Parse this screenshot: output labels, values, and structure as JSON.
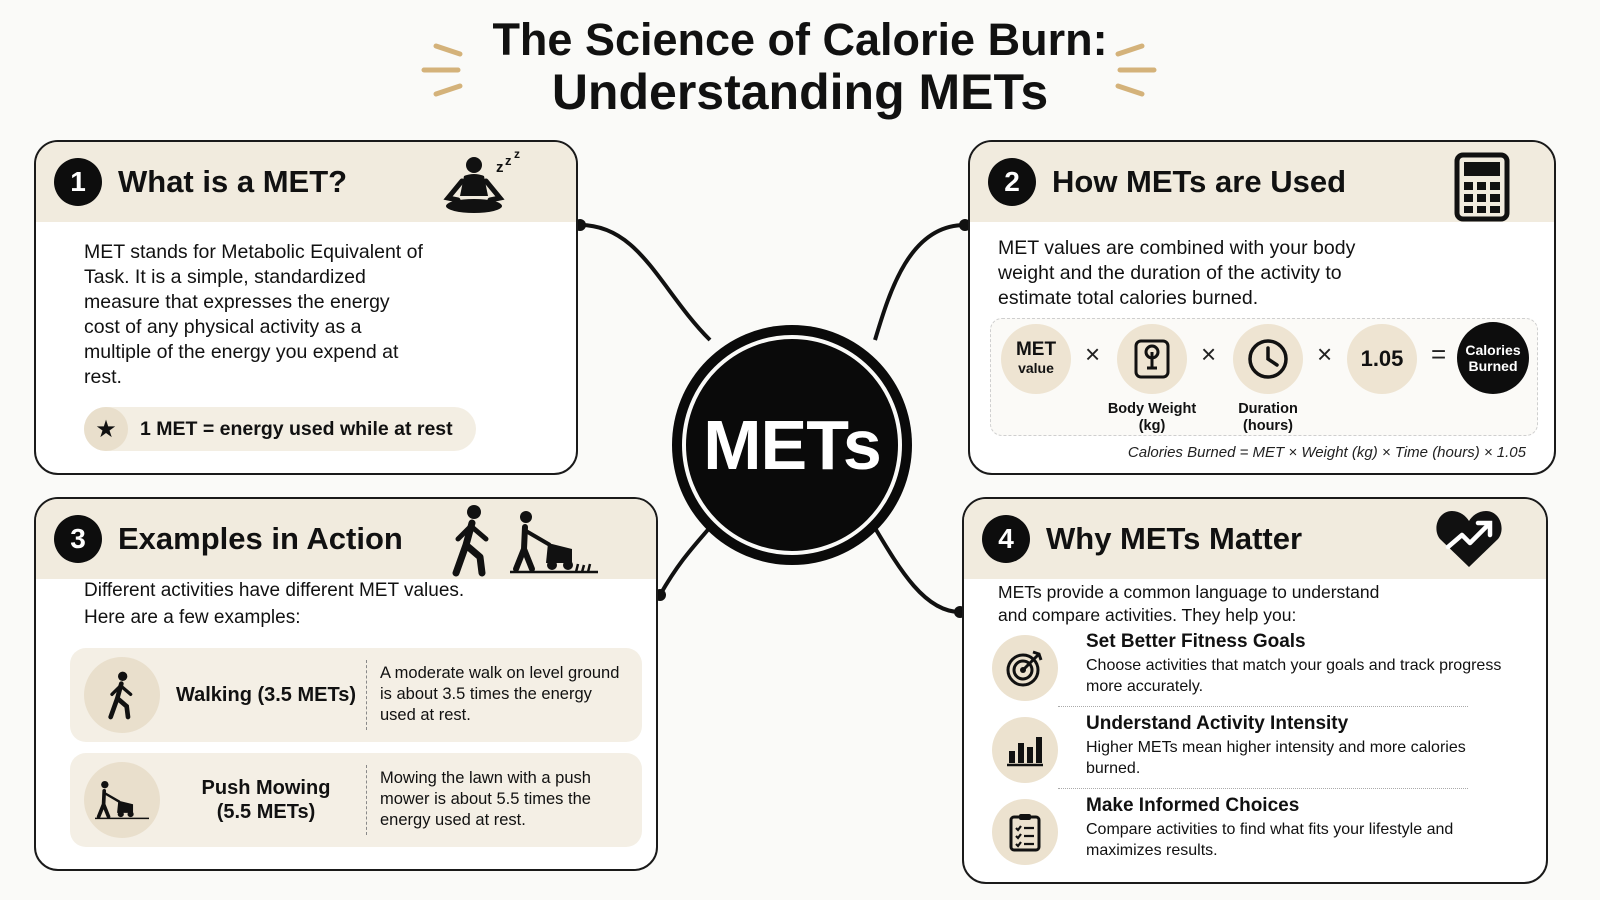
{
  "title": {
    "line1": "The Science of Calorie Burn:",
    "line2": "Understanding METs"
  },
  "center_label": "METs",
  "cards": {
    "what": {
      "number": "1",
      "title": "What is a MET?",
      "body": "MET stands for Metabolic Equivalent of Task. It is a simple, standardized measure that expresses the energy cost of any physical activity as a multiple of the energy you expend at rest.",
      "highlight": "1 MET = energy used while at rest",
      "icon": "meditation-icon"
    },
    "how": {
      "number": "2",
      "title": "How METs are Used",
      "body": "MET values are combined with your body weight and the duration of the activity to estimate total calories burned.",
      "icon": "calculator-icon",
      "formula": {
        "met_line1": "MET",
        "met_line2": "value",
        "times": "×",
        "equals": "=",
        "weight_label1": "Body Weight",
        "weight_label2": "(kg)",
        "duration_label1": "Duration",
        "duration_label2": "(hours)",
        "constant": "1.05",
        "result_line1": "Calories",
        "result_line2": "Burned",
        "note": "Calories Burned = MET × Weight (kg) × Time (hours) × 1.05"
      }
    },
    "examples": {
      "number": "3",
      "title": "Examples in Action",
      "intro_line1": "Different activities have different MET values.",
      "intro_line2": "Here are a few examples:",
      "items": [
        {
          "name": "Walking (3.5 METs)",
          "desc": "A moderate walk on level ground is about 3.5 times the energy used at rest.",
          "icon": "walking-icon"
        },
        {
          "name_line1": "Push Mowing",
          "name_line2": "(5.5 METs)",
          "desc": "Mowing the lawn with a push mower is about 5.5 times the energy used at rest.",
          "icon": "lawn-mower-icon"
        }
      ]
    },
    "why": {
      "number": "4",
      "title": "Why METs Matter",
      "intro": "METs provide a common language to understand and compare activities. They help you:",
      "icon": "heart-trend-icon",
      "items": [
        {
          "title": "Set Better Fitness Goals",
          "desc": "Choose activities that match your goals and track progress more accurately.",
          "icon": "target-icon"
        },
        {
          "title": "Understand Activity Intensity",
          "desc": "Higher METs mean higher intensity and more calories burned.",
          "icon": "bar-chart-icon"
        },
        {
          "title": "Make Informed Choices",
          "desc": "Compare activities to find what fits your lifestyle and maximizes results.",
          "icon": "clipboard-icon"
        }
      ]
    }
  },
  "colors": {
    "accent_tan": "#f1ebde",
    "icon_circle": "#eee4d2",
    "dark": "#0d0d0d",
    "deco_gold": "#d4b27a"
  }
}
